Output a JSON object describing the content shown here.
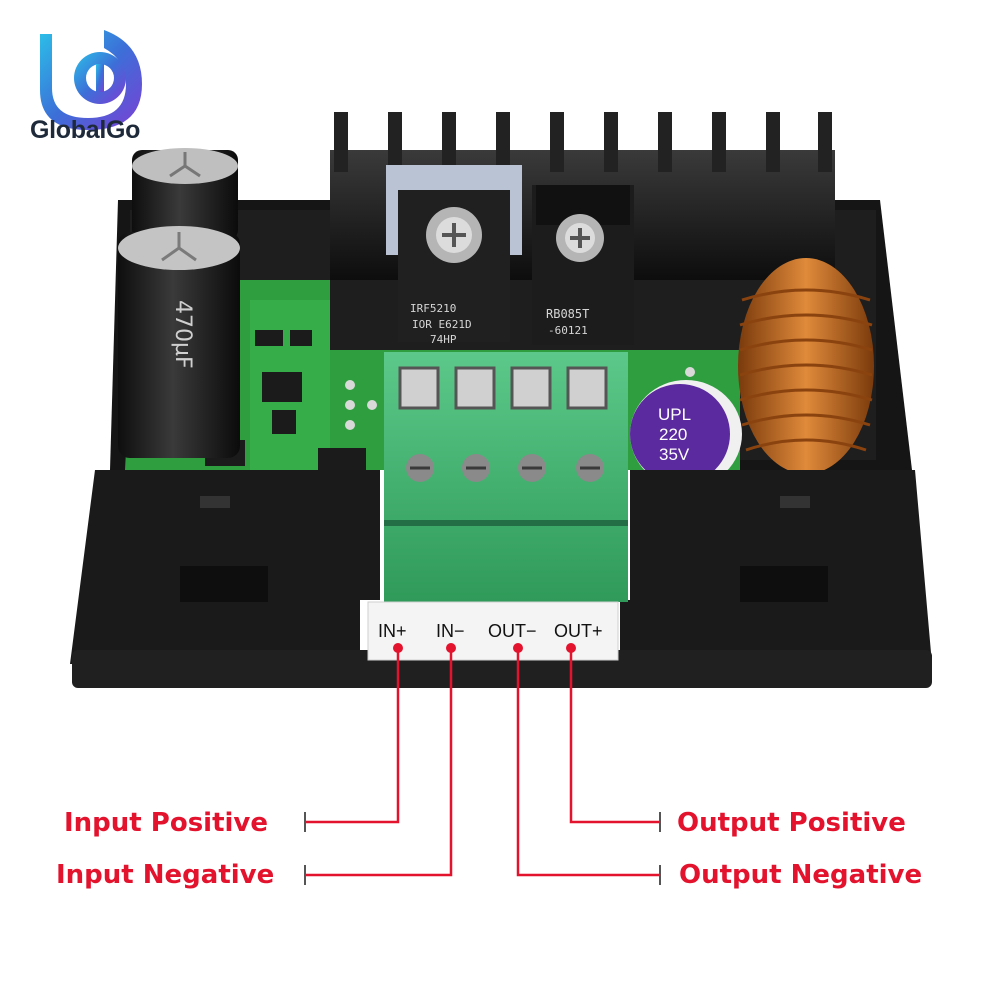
{
  "brand": {
    "name": "GlobalGo",
    "logo_icon": "globalgo-logo-icon"
  },
  "terminals": {
    "in_pos": "IN+",
    "in_neg": "IN−",
    "out_neg": "OUT−",
    "out_pos": "OUT+"
  },
  "callouts": {
    "input_positive": "Input Positive",
    "input_negative": "Input Negative",
    "output_positive": "Output Positive",
    "output_negative": "Output Negative"
  },
  "components": {
    "mosfet_label_1": "IRF5210",
    "mosfet_label_2": "IOR E621D",
    "mosfet_label_3": "74HP",
    "diode_label_1": "RB085T",
    "diode_label_2": "-60121",
    "capacitor_label": "UPL 220 35V",
    "capacitor_line_1": "UPL",
    "capacitor_line_2": "220",
    "capacitor_line_3": "35V",
    "big_cap_label": "470µF"
  },
  "colors": {
    "callout_red": "#e3122d",
    "pcb_green": "#2e9e3f",
    "terminal_green": "#3fb06a",
    "enclosure_black": "#1a1a1a",
    "coil_copper": "#c2651c"
  }
}
